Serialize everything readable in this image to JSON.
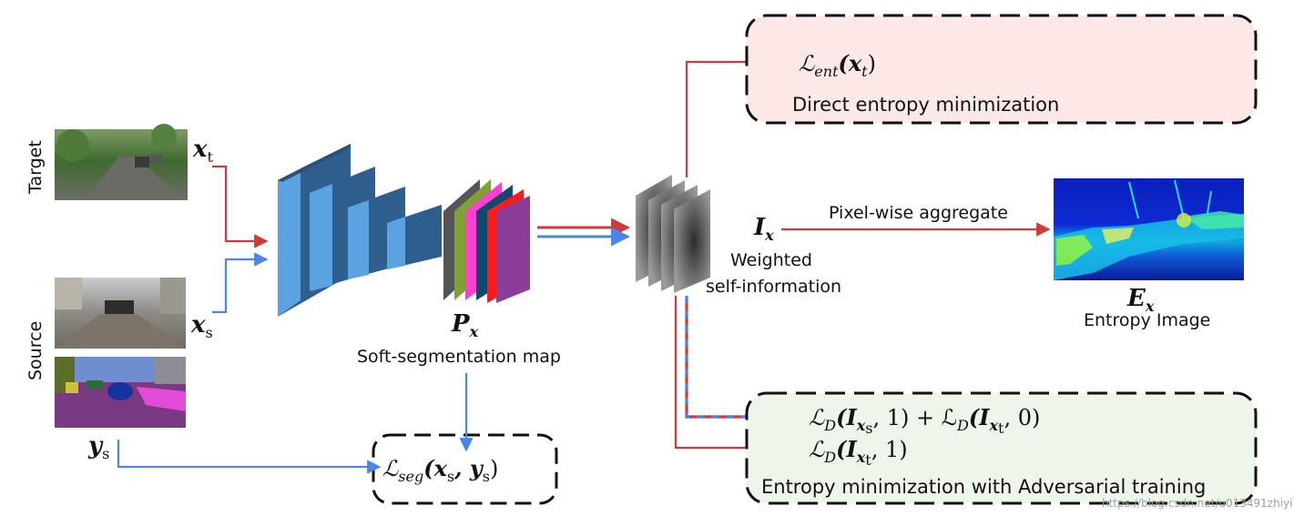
{
  "labels": {
    "target": "Target",
    "source": "Source",
    "soft_seg_map": "Soft-segmentation map",
    "weighted": "Weighted",
    "self_information": "self-information",
    "pixel_wise": "Pixel-wise aggregate",
    "entropy_image": "Entropy Image",
    "direct_entropy": "Direct entropy minimization",
    "adv_training": "Entropy minimization with Adversarial training",
    "watermark": "https://blog.csdn.net/u013491zhiyi"
  },
  "math": {
    "x_t": "x",
    "x_t_sub": "t",
    "x_s": "x",
    "x_s_sub": "s",
    "y_s": "y",
    "y_s_sub": "s",
    "P_x": "P",
    "P_x_sub": "x",
    "I_x": "I",
    "I_x_sub": "x",
    "E_x": "E",
    "E_x_sub": "x",
    "L_ent": "ℒ",
    "L_ent_sub": "ent",
    "L_ent_arg": "(x",
    "L_ent_arg_sub": "t",
    "L_ent_close": ")",
    "L_seg": "ℒ",
    "L_seg_sub": "seg",
    "L_seg_arg": "(x",
    "L_seg_arg_sub1": "s",
    "L_seg_mid": ", y",
    "L_seg_arg_sub2": "s",
    "L_seg_close": ")",
    "L_D1_a": "ℒ",
    "L_D1_a_sub": "D",
    "L_D1_a_arg": "(I",
    "L_D1_a_argsub": "x",
    "L_D1_a_argsub2": "s",
    "L_D1_a_close": ", 1) + ℒ",
    "L_D1_b_sub": "D",
    "L_D1_b_arg": "(I",
    "L_D1_b_argsub": "x",
    "L_D1_b_argsub2": "t",
    "L_D1_b_close": ", 0)",
    "L_D2": "ℒ",
    "L_D2_sub": "D",
    "L_D2_arg": "(I",
    "L_D2_argsub": "x",
    "L_D2_argsub2": "t",
    "L_D2_close": ", 1)"
  },
  "colors": {
    "red": "#d13a3a",
    "blue": "#4a86e8",
    "cnn_front": "#5ba3e0",
    "cnn_side": "#2f5f8f",
    "box_ent_fill": "#fde8e8",
    "box_adv_fill": "#eef5ea"
  }
}
